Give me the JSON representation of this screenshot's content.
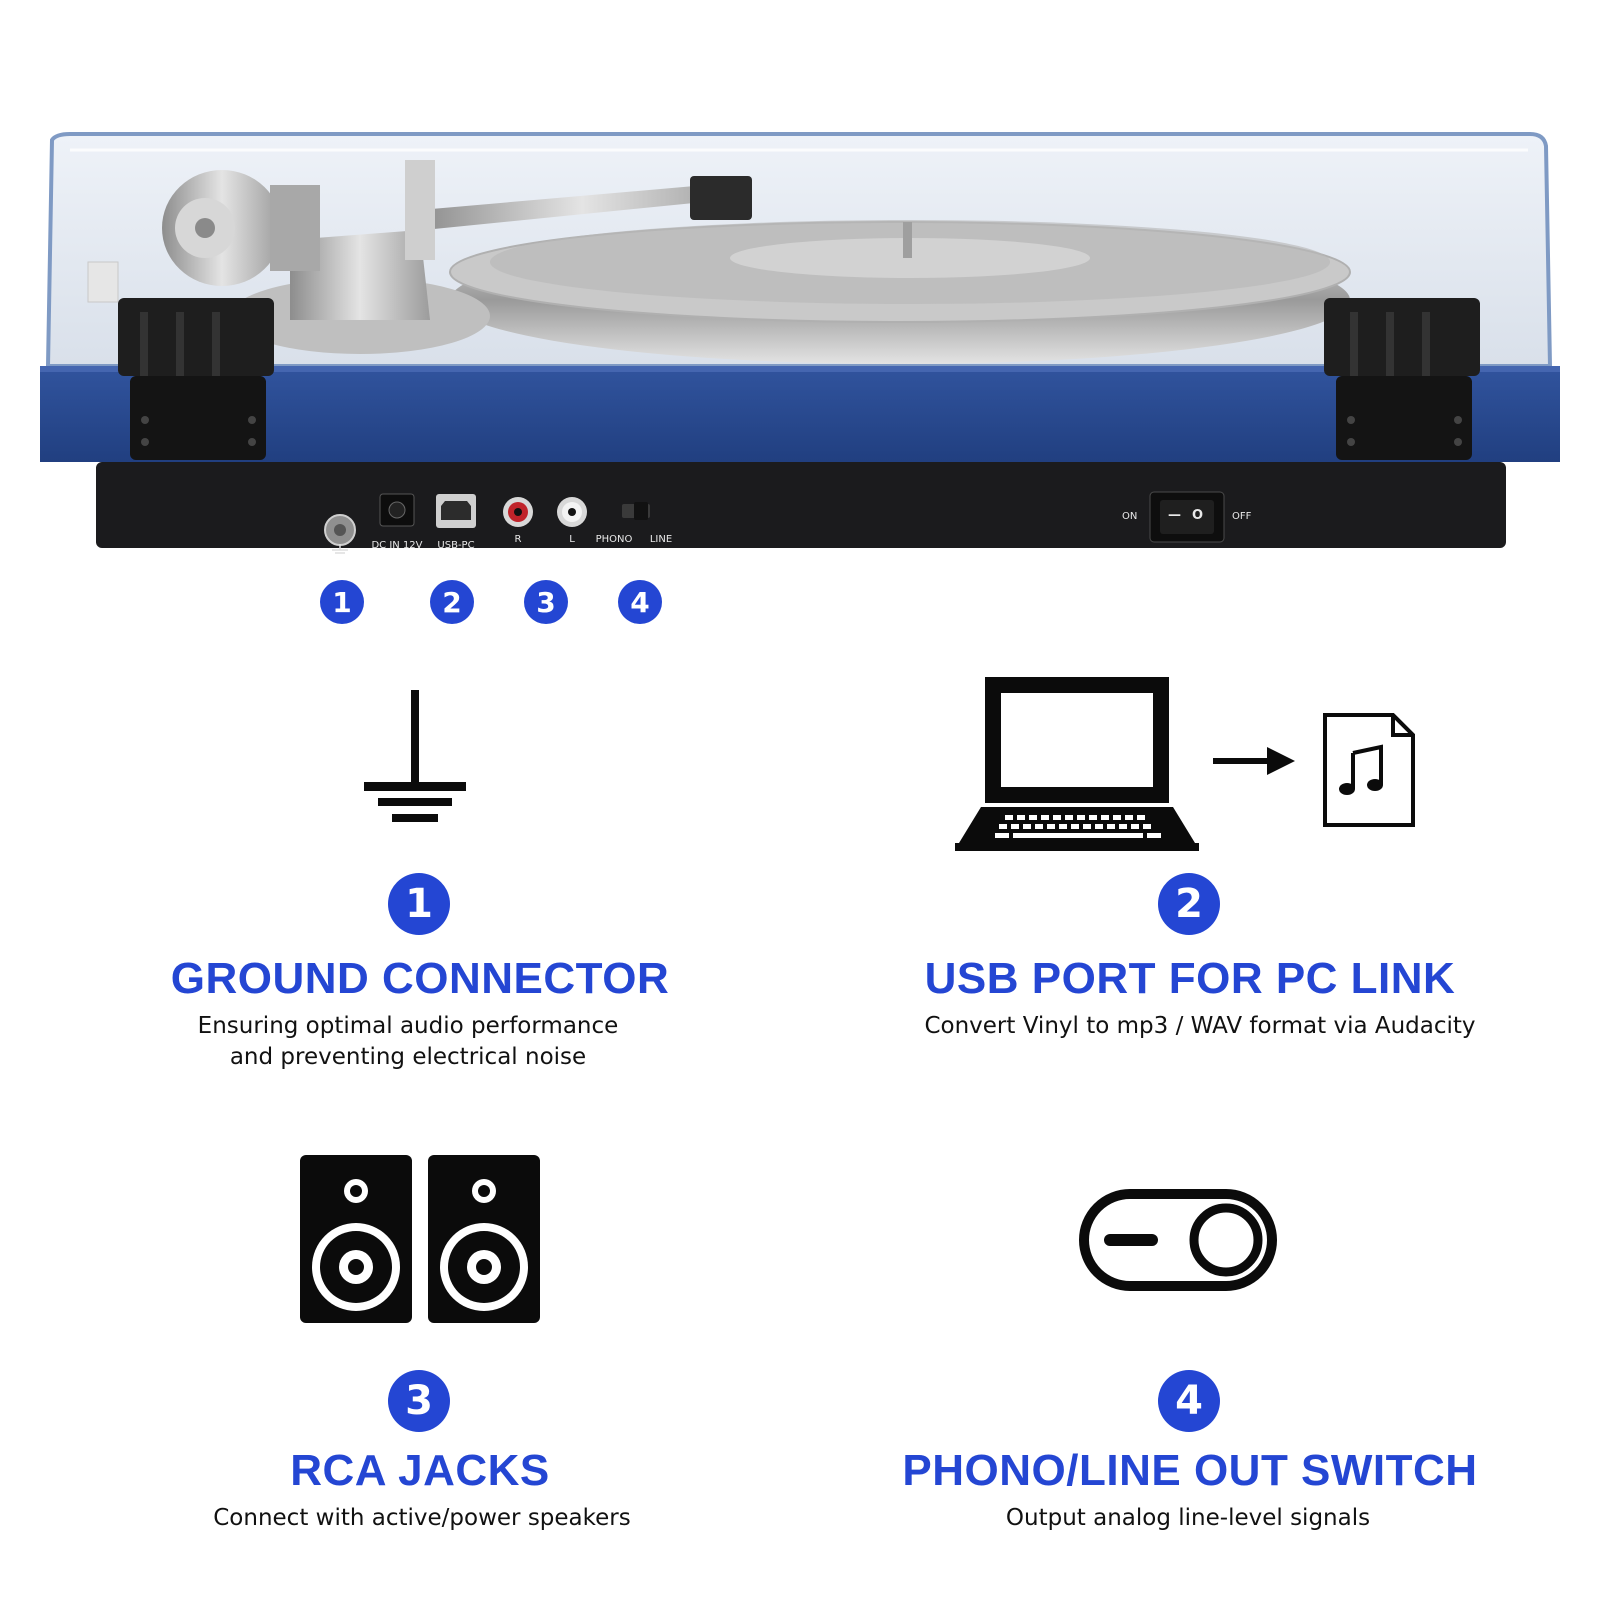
{
  "ports": {
    "labels": {
      "dc_in": "DC IN 12V",
      "usb_pc": "USB-PC",
      "right": "R",
      "left": "L",
      "phono": "PHONO",
      "line": "LINE"
    },
    "power_switch": {
      "on": "ON",
      "off": "OFF",
      "on_symbol": "—",
      "off_symbol": "O"
    }
  },
  "markers": [
    "1",
    "2",
    "3",
    "4"
  ],
  "features": [
    {
      "number": "1",
      "title": "GROUND CONNECTOR",
      "description_line1": "Ensuring optimal audio performance",
      "description_line2": "and preventing electrical noise",
      "icon": "ground-icon"
    },
    {
      "number": "2",
      "title": "USB PORT FOR PC LINK",
      "description_line1": "Convert Vinyl to mp3 / WAV format via Audacity",
      "icon": "laptop-to-music-file-icon"
    },
    {
      "number": "3",
      "title": "RCA JACKS",
      "description_line1": "Connect with active/power speakers",
      "icon": "speakers-icon"
    },
    {
      "number": "4",
      "title": "PHONO/LINE OUT SWITCH",
      "description_line1": "Output analog line-level signals",
      "icon": "toggle-switch-icon"
    }
  ],
  "colors": {
    "accent_blue": "#2446d3",
    "plinth_blue": "#27478f",
    "back_panel": "#1b1b1d",
    "text_dark": "#111111"
  }
}
